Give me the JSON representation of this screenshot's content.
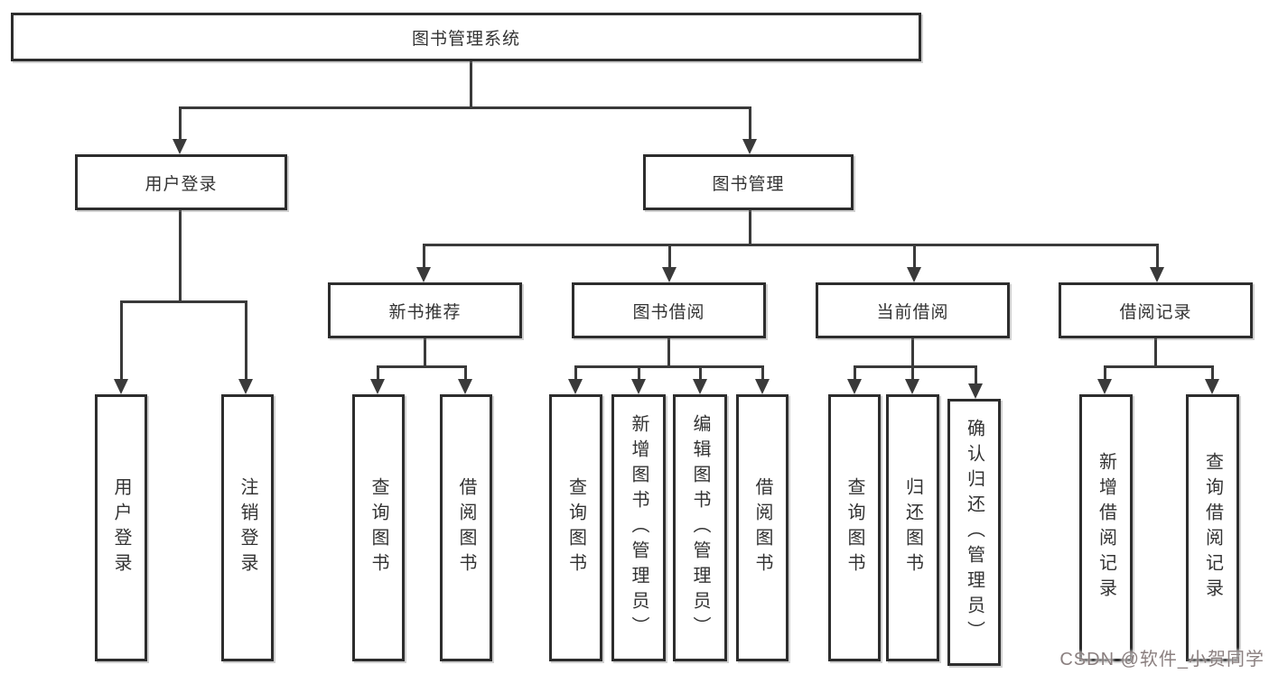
{
  "tree": {
    "label": "图书管理系统",
    "children": [
      {
        "label": "用户登录",
        "children": [
          {
            "label": "用户登录"
          },
          {
            "label": "注销登录"
          }
        ]
      },
      {
        "label": "图书管理",
        "children": [
          {
            "label": "新书推荐",
            "children": [
              {
                "label": "查询图书"
              },
              {
                "label": "借阅图书"
              }
            ]
          },
          {
            "label": "图书借阅",
            "children": [
              {
                "label": "查询图书"
              },
              {
                "label": "新增图书（管理员）"
              },
              {
                "label": "编辑图书（管理员）"
              },
              {
                "label": "借阅图书"
              }
            ]
          },
          {
            "label": "当前借阅",
            "children": [
              {
                "label": "查询图书"
              },
              {
                "label": "归还图书"
              },
              {
                "label": "确认归还（管理员）"
              }
            ]
          },
          {
            "label": "借阅记录",
            "children": [
              {
                "label": "新增借阅记录"
              },
              {
                "label": "查询借阅记录"
              }
            ]
          }
        ]
      }
    ]
  },
  "watermark": {
    "text": "CSDN @软件_小贺同学"
  },
  "colors": {
    "line": "#3a3a3a",
    "box_border": "#2d2d2d",
    "text": "#333333",
    "watermark": "#8b8080"
  }
}
